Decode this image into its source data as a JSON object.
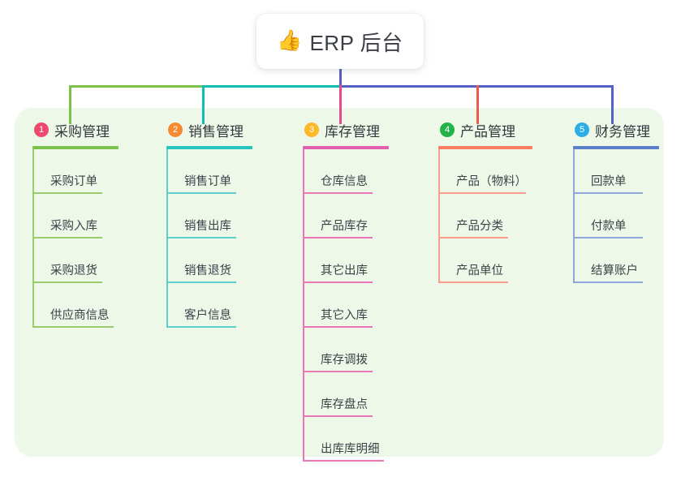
{
  "root": {
    "icon": "thumbs-up-icon",
    "icon_glyph": "👍",
    "title": "ERP 后台"
  },
  "palette": {
    "canvas_background": "#ffffff",
    "panel_background": "#eef8e9",
    "root_card_background": "#ffffff",
    "title_text": "#3b3f45",
    "leaf_text": "#3c4148",
    "trunk": "#5560c8"
  },
  "columns": [
    {
      "number": "1",
      "title": "采购管理",
      "badge_color": "#eb4a6e",
      "accent_color": "#7cc24a",
      "connector_color": "#7cc24a",
      "items": [
        {
          "label": "采购订单"
        },
        {
          "label": "采购入库"
        },
        {
          "label": "采购退货"
        },
        {
          "label": "供应商信息"
        }
      ]
    },
    {
      "number": "2",
      "title": "销售管理",
      "badge_color": "#f58a35",
      "accent_color": "#27c3bd",
      "connector_color": "#12bdb5",
      "items": [
        {
          "label": "销售订单"
        },
        {
          "label": "销售出库"
        },
        {
          "label": "销售退货"
        },
        {
          "label": "客户信息"
        }
      ]
    },
    {
      "number": "3",
      "title": "库存管理",
      "badge_color": "#fcb827",
      "accent_color": "#e260ae",
      "connector_color": "#ec4690",
      "items": [
        {
          "label": "仓库信息"
        },
        {
          "label": "产品库存"
        },
        {
          "label": "其它出库"
        },
        {
          "label": "其它入库"
        },
        {
          "label": "库存调拨"
        },
        {
          "label": "库存盘点"
        },
        {
          "label": "出库库明细"
        }
      ]
    },
    {
      "number": "4",
      "title": "产品管理",
      "badge_color": "#24b34b",
      "accent_color": "#fa7d63",
      "connector_color": "#f2564f",
      "items": [
        {
          "label": "产品（物料）"
        },
        {
          "label": "产品分类"
        },
        {
          "label": "产品单位"
        }
      ]
    },
    {
      "number": "5",
      "title": "财务管理",
      "badge_color": "#2eade4",
      "accent_color": "#5d7ec9",
      "connector_color": "#5560c8",
      "items": [
        {
          "label": "回款单"
        },
        {
          "label": "付款单"
        },
        {
          "label": "结算账户"
        }
      ]
    }
  ]
}
